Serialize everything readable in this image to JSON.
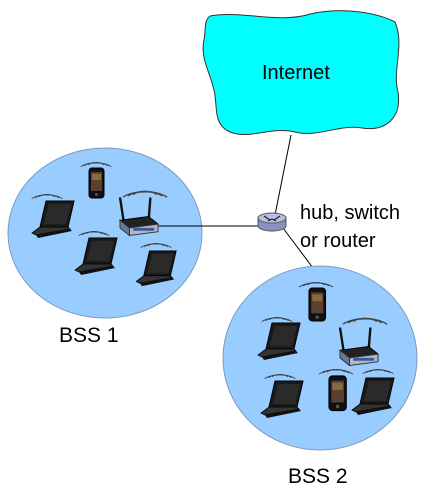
{
  "labels": {
    "internet": "Internet",
    "hub_line1": "hub, switch",
    "hub_line2": "or router",
    "bss1": "BSS 1",
    "bss2": "BSS 2"
  },
  "colors": {
    "cloud": "#00ffff",
    "bss_fill": "#99ccff",
    "link": "#000000"
  },
  "icons": {
    "network": "internet-cloud-icon",
    "hub": "router-icon",
    "access_point": "wireless-access-point-icon",
    "laptop": "wireless-laptop-icon",
    "phone": "wireless-smartphone-icon"
  }
}
